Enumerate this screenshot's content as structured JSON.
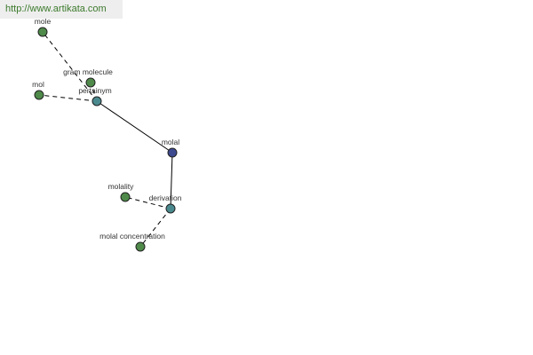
{
  "banner": {
    "url_text": "http://www.artikata.com"
  },
  "colors": {
    "banner_text": "#3c7a2c",
    "banner_background": "#eeeeee",
    "edge": "#000000",
    "node_stroke": "#222222",
    "leaf_node": "#4f8a4a",
    "relation_node": "#4a8a8f",
    "center_node": "#3d4a8f",
    "label_text": "#333333"
  },
  "graph": {
    "nodes": {
      "mole": {
        "label": "mole",
        "kind": "leaf"
      },
      "gram_molecule": {
        "label": "gram molecule",
        "kind": "leaf"
      },
      "mol": {
        "label": "mol",
        "kind": "leaf"
      },
      "pertainym": {
        "label": "pertainym",
        "kind": "relation"
      },
      "molal": {
        "label": "molal",
        "kind": "center"
      },
      "molality": {
        "label": "molality",
        "kind": "leaf"
      },
      "derivation": {
        "label": "derivation",
        "kind": "relation"
      },
      "molal_concentration": {
        "label": "molal concentration",
        "kind": "leaf"
      }
    },
    "edges": [
      {
        "from": "molal",
        "to": "pertainym",
        "style": "solid"
      },
      {
        "from": "molal",
        "to": "derivation",
        "style": "solid"
      },
      {
        "from": "pertainym",
        "to": "mole",
        "style": "dashed"
      },
      {
        "from": "pertainym",
        "to": "gram_molecule",
        "style": "dashed"
      },
      {
        "from": "pertainym",
        "to": "mol",
        "style": "dashed"
      },
      {
        "from": "derivation",
        "to": "molality",
        "style": "dashed"
      },
      {
        "from": "derivation",
        "to": "molal_concentration",
        "style": "dashed"
      }
    ]
  }
}
